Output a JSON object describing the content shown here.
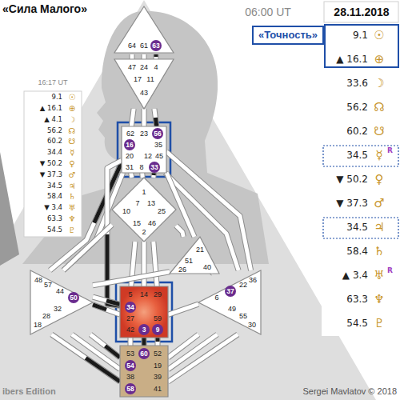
{
  "diagram": {
    "title": "«Сила Малого»",
    "nodes": [
      {
        "text": [
          "64",
          "61",
          "63"
        ]
      },
      {
        "text": [
          "47",
          "24",
          "4",
          "17",
          "11",
          "43"
        ]
      },
      {
        "text": [
          "62",
          "23",
          "56",
          "16",
          "35",
          "20",
          "12",
          "45",
          "31",
          "8",
          "33"
        ]
      },
      {
        "text": [
          "1",
          "7",
          "13",
          "10",
          "25",
          "15",
          "2",
          "46"
        ]
      },
      {
        "text": [
          "21",
          "51",
          "26",
          "40"
        ]
      },
      {
        "text": [
          "48",
          "57",
          "44",
          "50",
          "32",
          "28",
          "18"
        ]
      },
      {
        "text": [
          "36",
          "22",
          "37",
          "6",
          "49",
          "55",
          "30"
        ]
      },
      {
        "text": [
          "5",
          "14",
          "29",
          "34",
          "27",
          "59",
          "42",
          "3",
          "9"
        ]
      },
      {
        "text": [
          "53",
          "60",
          "52",
          "54",
          "19",
          "38",
          "39",
          "58",
          "41"
        ]
      }
    ],
    "edges": [
      {
        "from": 0,
        "to": 1,
        "arrow": "none"
      },
      {
        "from": 0,
        "to": 1,
        "arrow": "none"
      },
      {
        "from": 0,
        "to": 1,
        "arrow": "none"
      },
      {
        "from": 1,
        "to": 2,
        "arrow": "none"
      },
      {
        "from": 1,
        "to": 2,
        "arrow": "none"
      },
      {
        "from": 1,
        "to": 2,
        "arrow": "none"
      },
      {
        "from": 2,
        "to": 3,
        "arrow": "none"
      },
      {
        "from": 2,
        "to": 3,
        "arrow": "none"
      },
      {
        "from": 2,
        "to": 3,
        "arrow": "none"
      },
      {
        "from": 2,
        "to": 5,
        "arrow": "none"
      },
      {
        "from": 2,
        "to": 5,
        "arrow": "none"
      },
      {
        "from": 2,
        "to": 7,
        "arrow": "none"
      },
      {
        "from": 2,
        "to": 6,
        "arrow": "none"
      },
      {
        "from": 2,
        "to": 6,
        "arrow": "none"
      },
      {
        "from": 2,
        "to": 4,
        "arrow": "none"
      },
      {
        "from": 3,
        "to": 4,
        "arrow": "none"
      },
      {
        "from": 3,
        "to": 7,
        "arrow": "none"
      },
      {
        "from": 3,
        "to": 7,
        "arrow": "none"
      },
      {
        "from": 3,
        "to": 7,
        "arrow": "none"
      },
      {
        "from": 3,
        "to": 5,
        "arrow": "none"
      },
      {
        "from": 4,
        "to": 5,
        "arrow": "none"
      },
      {
        "from": 4,
        "to": 6,
        "arrow": "none"
      },
      {
        "from": 5,
        "to": 7,
        "arrow": "none"
      },
      {
        "from": 7,
        "to": 5,
        "arrow": "none"
      },
      {
        "from": 6,
        "to": 7,
        "arrow": "none"
      },
      {
        "from": 7,
        "to": 8,
        "arrow": "none"
      },
      {
        "from": 7,
        "to": 8,
        "arrow": "none"
      },
      {
        "from": 7,
        "to": 8,
        "arrow": "none"
      },
      {
        "from": 8,
        "to": 5,
        "arrow": "none"
      },
      {
        "from": 8,
        "to": 5,
        "arrow": "none"
      },
      {
        "from": 8,
        "to": 5,
        "arrow": "none"
      },
      {
        "from": 8,
        "to": 6,
        "arrow": "none"
      },
      {
        "from": 8,
        "to": 6,
        "arrow": "none"
      },
      {
        "from": 8,
        "to": 6,
        "arrow": "none"
      }
    ],
    "labels": [
      "06:00 UT",
      "28.11.2018",
      "«Точность»",
      "9.1",
      "☉",
      "▲ 16.1",
      "⊕",
      "33.6",
      "☽",
      "56.2",
      "☊",
      "60.2",
      "☋",
      "34.5",
      "☿",
      "R",
      "▼ 50.2",
      "♀",
      "▼ 37.3",
      "♂",
      "34.5",
      "♃",
      "58.4",
      "♄",
      "▲ 3.4",
      "♅",
      "R",
      "63.3",
      "♆",
      "54.5",
      "♇",
      "16:17 UT",
      "9.1",
      "☉",
      "▲ 16.1",
      "⊕",
      "▲ 4.1",
      "☽",
      "56.2",
      "☊",
      "60.2",
      "☋",
      "34.4",
      "☿",
      "▼ 50.2",
      "♀",
      "▼ 37.3",
      "♂",
      "34.5",
      "♃",
      "58.4",
      "♄",
      "▼ 3.4",
      "♅",
      "63.3",
      "♆",
      "54.5",
      "♇",
      "ibers Edition",
      "Sergei Mavlatov © 2018"
    ]
  }
}
